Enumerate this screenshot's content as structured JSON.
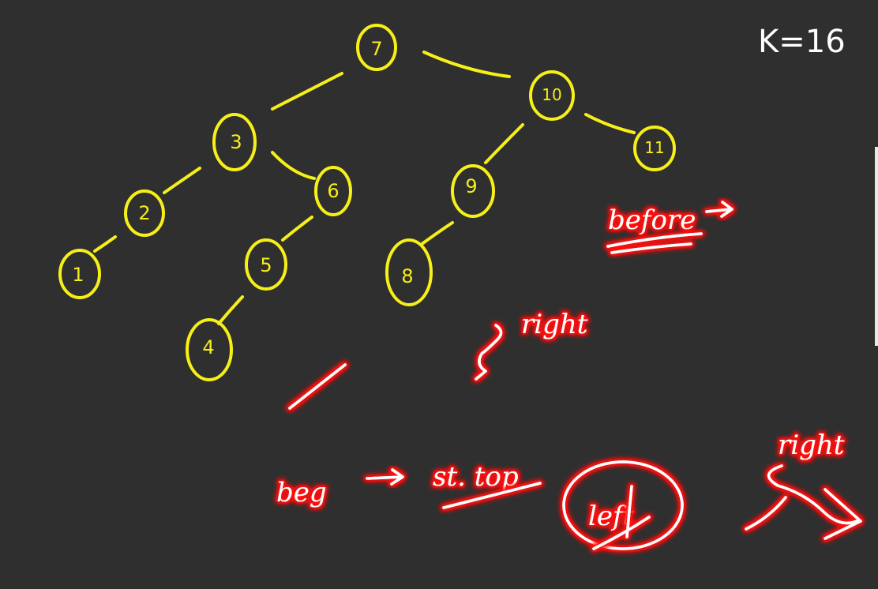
{
  "header": {
    "k_label": "K=16"
  },
  "tree": {
    "nodes": [
      {
        "id": "n7",
        "label": "7"
      },
      {
        "id": "n3",
        "label": "3"
      },
      {
        "id": "n10",
        "label": "10"
      },
      {
        "id": "n2",
        "label": "2"
      },
      {
        "id": "n1",
        "label": "1"
      },
      {
        "id": "n6",
        "label": "6"
      },
      {
        "id": "n5",
        "label": "5"
      },
      {
        "id": "n4",
        "label": "4"
      },
      {
        "id": "n9",
        "label": "9"
      },
      {
        "id": "n8",
        "label": "8"
      },
      {
        "id": "n11",
        "label": "11"
      }
    ],
    "edges": [
      [
        "n7",
        "n3"
      ],
      [
        "n7",
        "n10"
      ],
      [
        "n3",
        "n2"
      ],
      [
        "n2",
        "n1"
      ],
      [
        "n3",
        "n6"
      ],
      [
        "n6",
        "n5"
      ],
      [
        "n5",
        "n4"
      ],
      [
        "n10",
        "n9"
      ],
      [
        "n9",
        "n8"
      ],
      [
        "n10",
        "n11"
      ]
    ]
  },
  "annotations": {
    "before": "before",
    "right_1": "right",
    "beg": "beg",
    "st_top": "st. top",
    "left": "left",
    "right_2": "right"
  },
  "colors": {
    "background": "#2f2f2f",
    "tree": "#f6ef18",
    "annotation_glow": "#ff1010",
    "text": "#ffffff"
  }
}
